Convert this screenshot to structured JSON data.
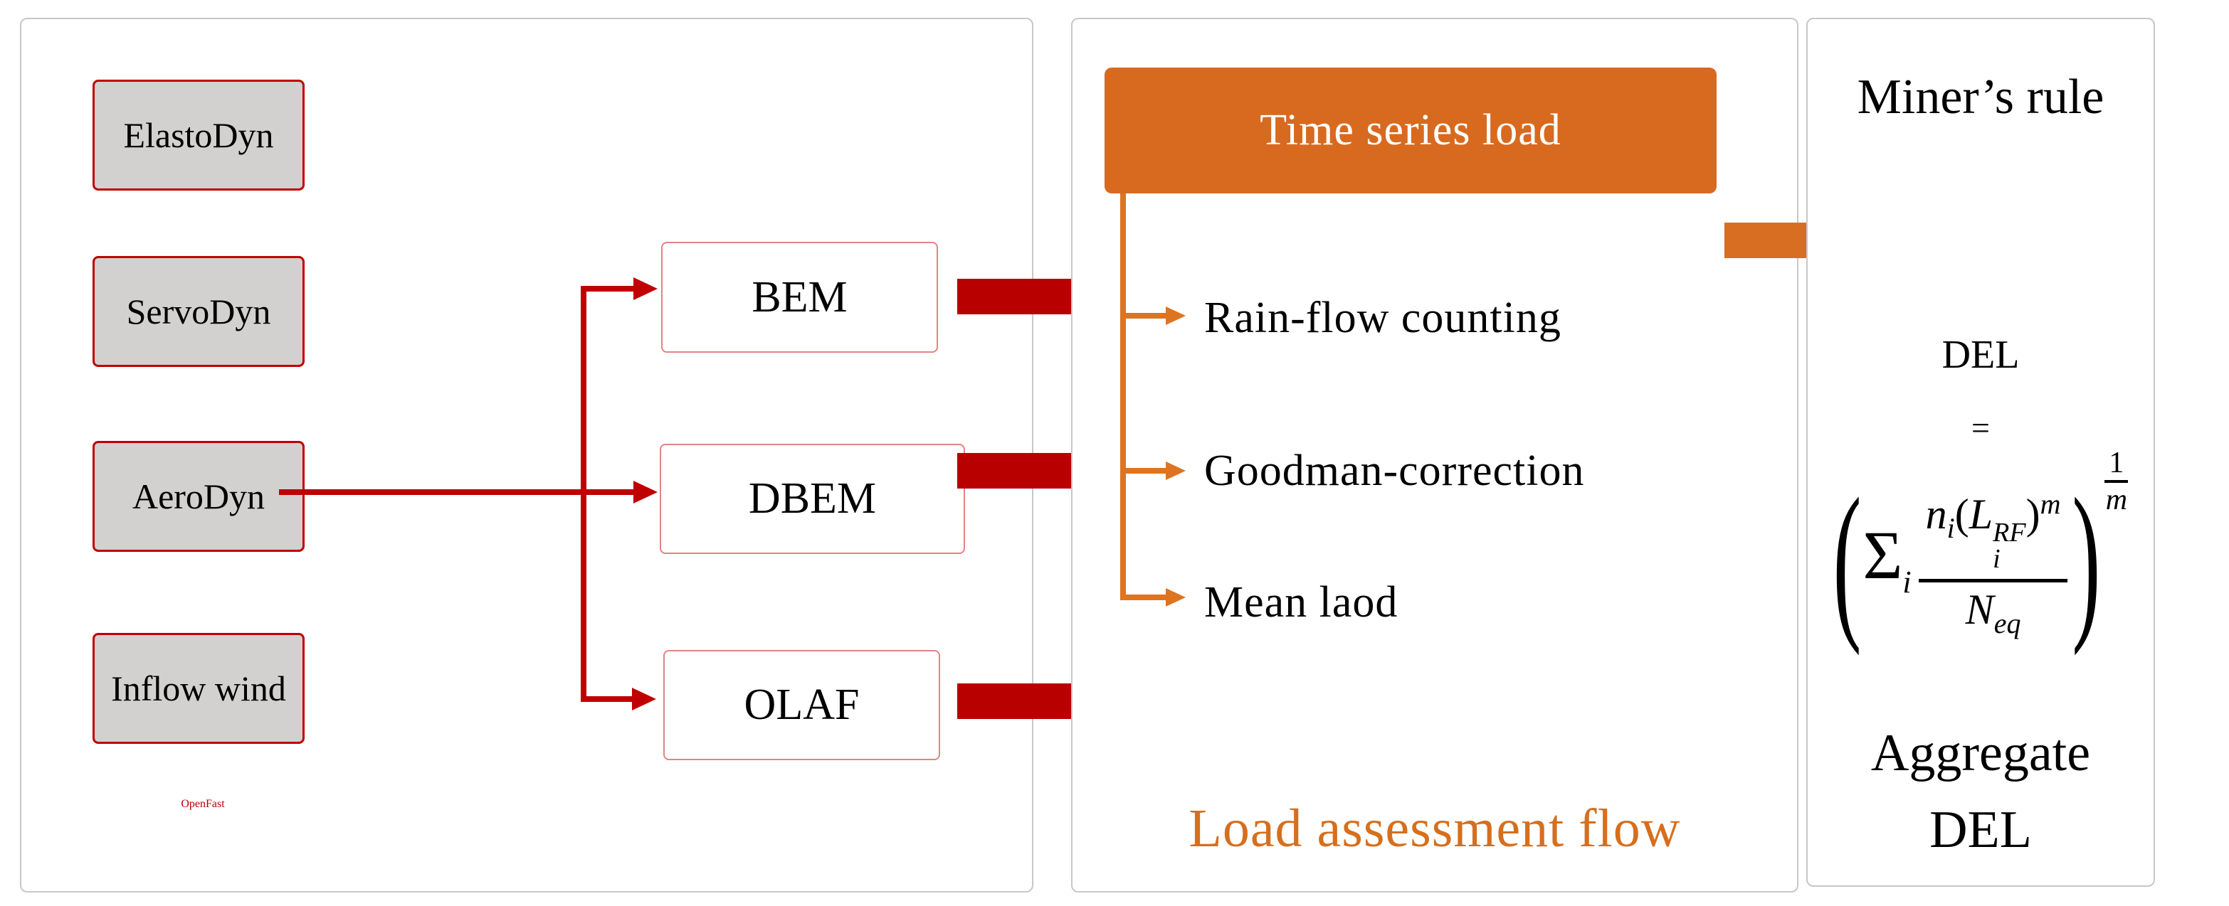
{
  "panels": {
    "openfast": {
      "caption": "OpenFast",
      "modules": [
        "ElastoDyn",
        "ServoDyn",
        "AeroDyn",
        "Inflow wind"
      ],
      "solvers": [
        "BEM",
        "DBEM",
        "OLAF"
      ]
    },
    "load_flow": {
      "header": "Time series  load",
      "caption": "Load assessment flow",
      "steps": [
        "Rain-flow counting",
        "Goodman-correction",
        "Mean laod"
      ]
    },
    "miners": {
      "title": "Miner’s rule",
      "del_label": "DEL",
      "equals": "=",
      "aggregate_line1": "Aggregate",
      "aggregate_line2": "DEL",
      "formula": {
        "lparen": "(",
        "sigma": "Σ",
        "sigma_sub": "i",
        "n": "n",
        "n_sub": "i",
        "inner_lparen": "(",
        "L": "L",
        "L_sup": "RF",
        "L_sub": "i",
        "inner_rparen": ")",
        "m_exp": "m",
        "N": "N",
        "N_sub": "eq",
        "rparen": ")",
        "exp_num": "1",
        "exp_den": "m"
      }
    }
  },
  "colors": {
    "dark_red": "#b80000",
    "connector_red": "#c00000",
    "box_border_red": "#c00000",
    "solver_border_salmon": "#e08484",
    "gray_fill": "#d3d0d0",
    "orange_fill": "#d86a1f",
    "orange_connector": "#de7420",
    "orange_caption": "#d56f1e",
    "panel_border": "#c7c7c7"
  }
}
